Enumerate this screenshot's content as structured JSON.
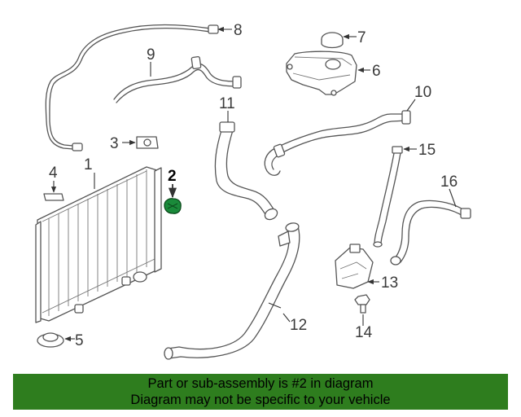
{
  "diagram": {
    "callouts": [
      {
        "id": "1",
        "text": "1"
      },
      {
        "id": "2",
        "text": "2"
      },
      {
        "id": "3",
        "text": "3"
      },
      {
        "id": "4",
        "text": "4"
      },
      {
        "id": "5",
        "text": "5"
      },
      {
        "id": "6",
        "text": "6"
      },
      {
        "id": "7",
        "text": "7"
      },
      {
        "id": "8",
        "text": "8"
      },
      {
        "id": "9",
        "text": "9"
      },
      {
        "id": "10",
        "text": "10"
      },
      {
        "id": "11",
        "text": "11"
      },
      {
        "id": "12",
        "text": "12"
      },
      {
        "id": "13",
        "text": "13"
      },
      {
        "id": "14",
        "text": "14"
      },
      {
        "id": "15",
        "text": "15"
      },
      {
        "id": "16",
        "text": "16"
      }
    ],
    "highlight_color": "#1a8a3a"
  },
  "banner": {
    "line1": "Part or sub-assembly is #2 in diagram",
    "line2": "Diagram may not be specific to your vehicle",
    "background": "#2e7d1e"
  }
}
